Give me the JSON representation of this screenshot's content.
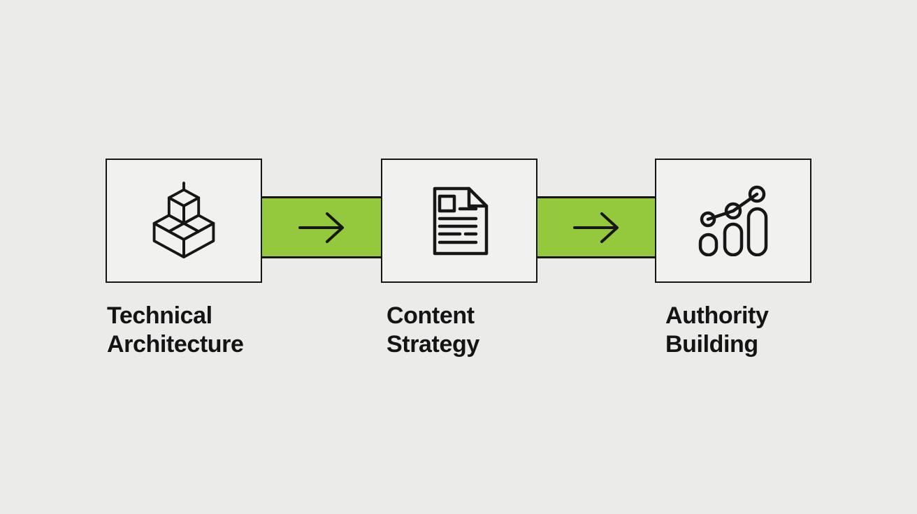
{
  "colors": {
    "background": "#ebebe9",
    "box_fill": "#f1f1ef",
    "outline": "#161616",
    "green": "#94c83d",
    "icon_gray": "#dcdcda",
    "icon_gray_dark": "#d4d4d2",
    "icon_light": "#f5f5f3",
    "text": "#141414"
  },
  "steps": [
    {
      "label_line1": "Technical",
      "label_line2": "Architecture",
      "icon": "isometric-cubes-icon"
    },
    {
      "label_line1": "Content",
      "label_line2": "Strategy",
      "icon": "document-icon"
    },
    {
      "label_line1": "Authority",
      "label_line2": "Building",
      "icon": "bar-chart-trend-icon"
    }
  ],
  "connectors": [
    {
      "icon": "arrow-right-icon"
    },
    {
      "icon": "arrow-right-icon"
    }
  ]
}
